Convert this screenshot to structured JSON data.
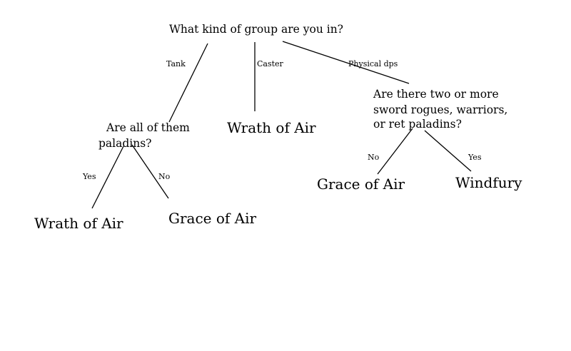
{
  "diagram": {
    "root": {
      "question": "What kind of group are you in?"
    },
    "edges": {
      "tank": "Tank",
      "caster": "Caster",
      "physical": "Physical dps",
      "paladins_yes": "Yes",
      "paladins_no": "No",
      "rogues_no": "No",
      "rogues_yes": "Yes"
    },
    "paladins_question": {
      "line1": "Are all of them",
      "line2": "paladins?"
    },
    "rogues_question": {
      "line1": "Are there two or more",
      "line2": "sword rogues, warriors,",
      "line3": "or ret paladins?"
    },
    "leaves": {
      "caster_result": "Wrath of Air",
      "paladins_yes_result": "Wrath of Air",
      "paladins_no_result": "Grace of Air",
      "rogues_no_result": "Grace of Air",
      "rogues_yes_result": "Windfury"
    }
  }
}
